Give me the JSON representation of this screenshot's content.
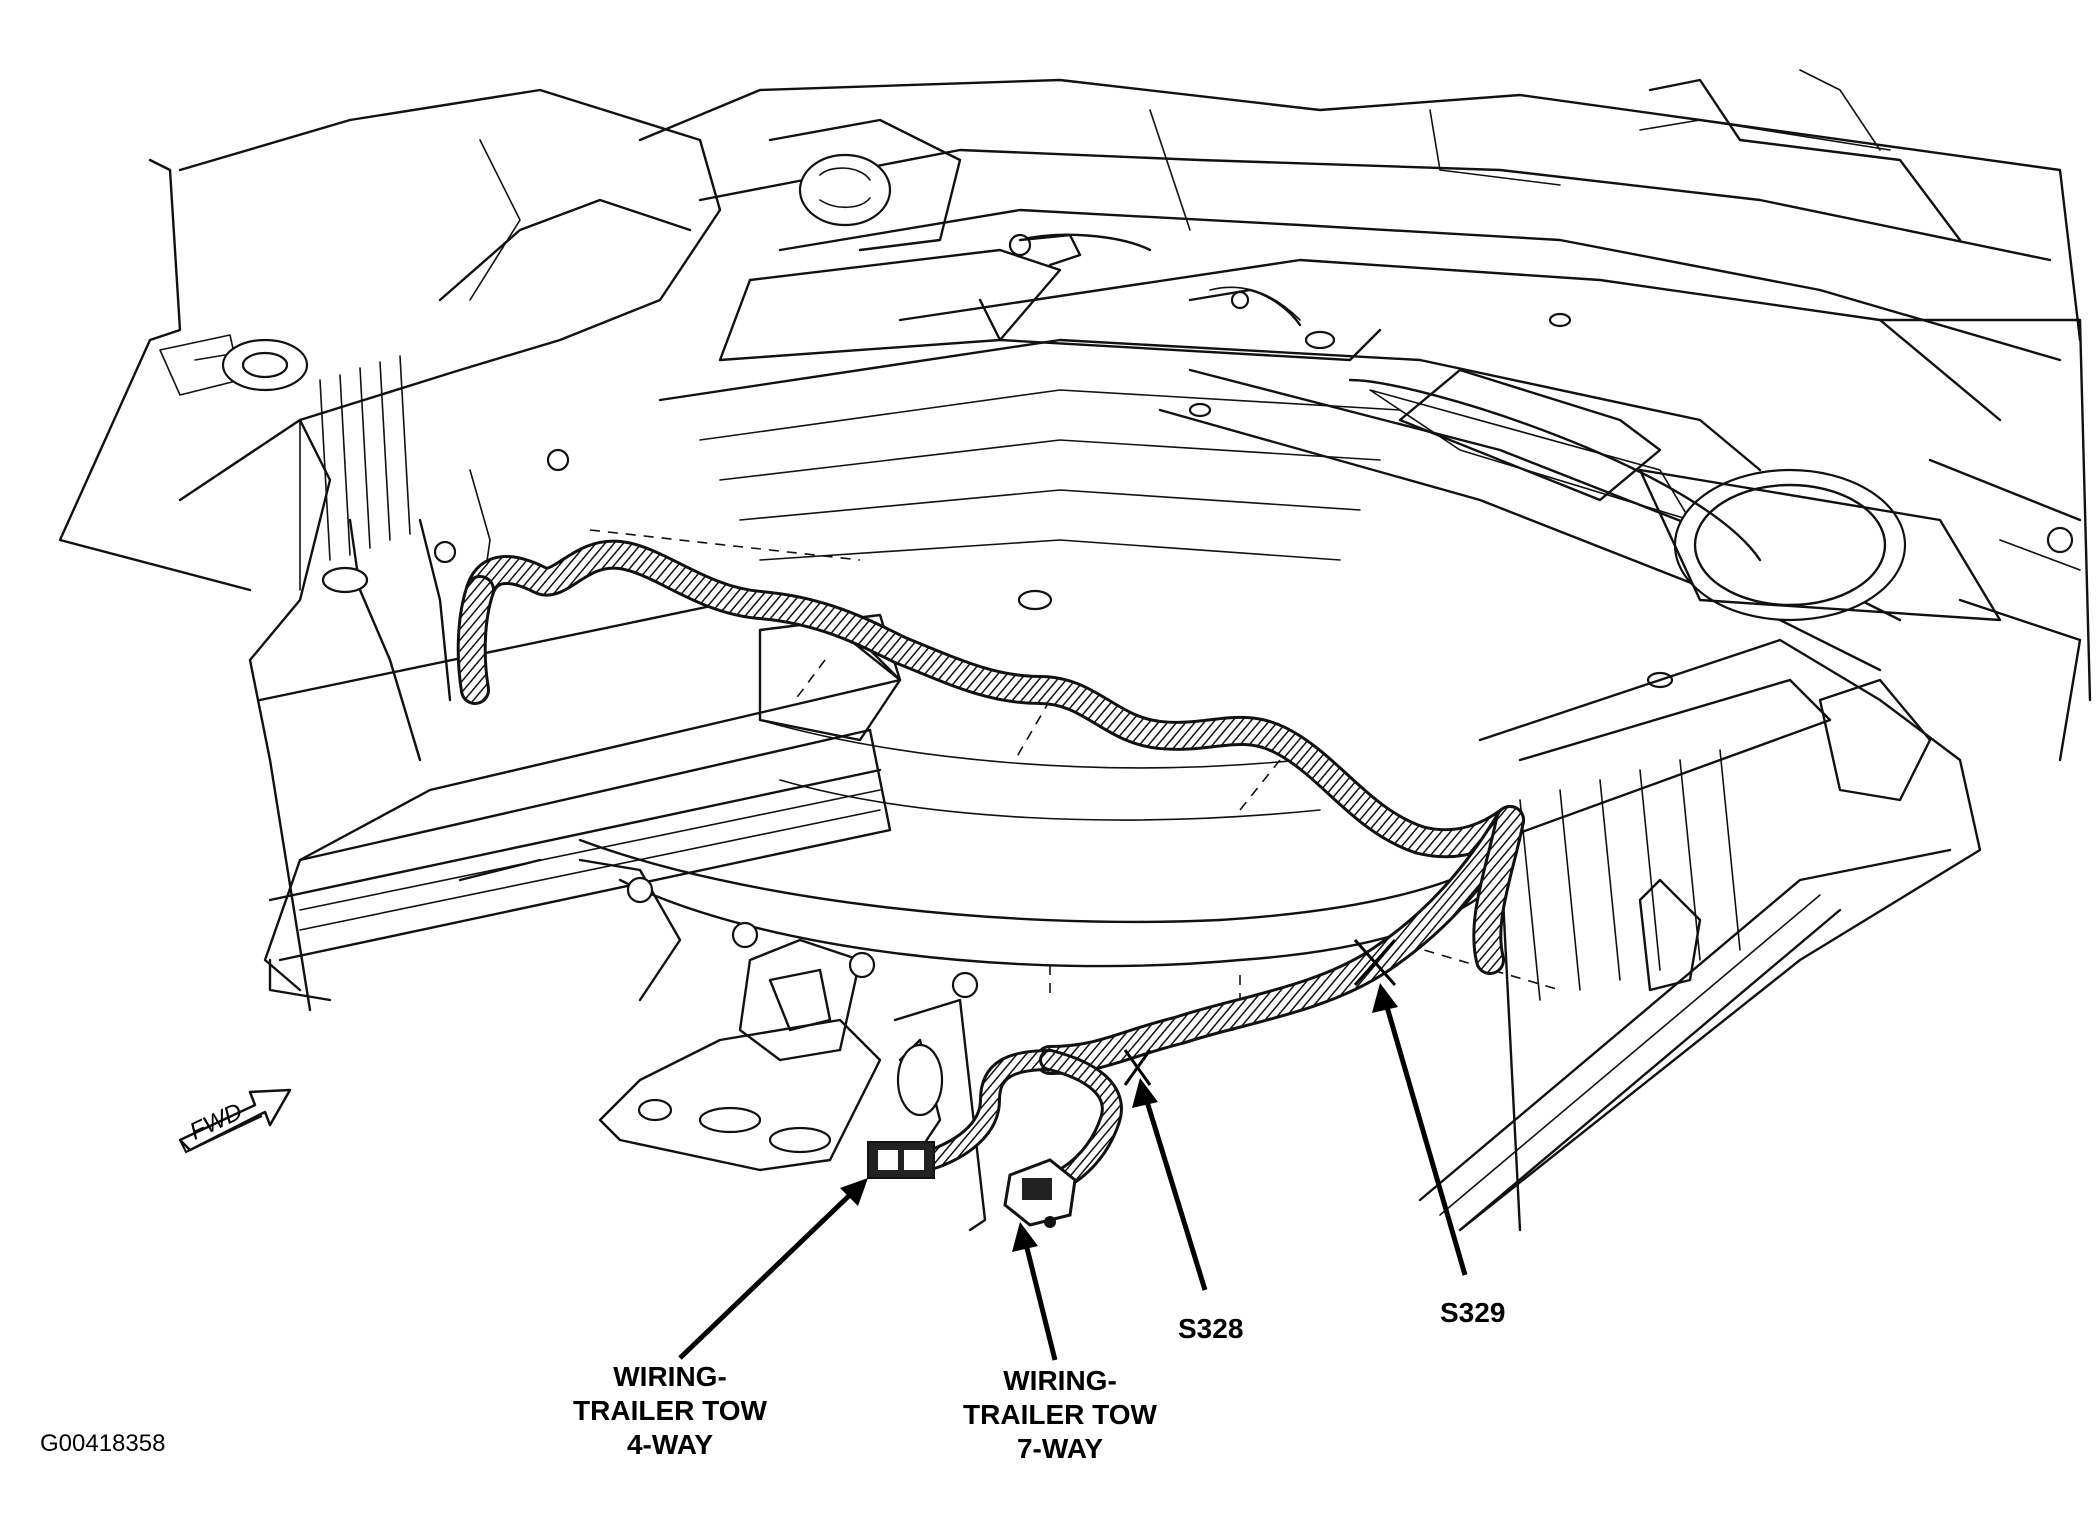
{
  "figure_id": "G00418358",
  "direction_arrow": {
    "label": "FWD",
    "icon": "forward-direction-arrow-icon"
  },
  "callouts": {
    "s328": {
      "label": "S328",
      "icon": "splice-x-mark-icon"
    },
    "s329": {
      "label": "S329",
      "icon": "splice-x-mark-icon"
    },
    "four_way": {
      "lines": [
        "WIRING-",
        "TRAILER TOW",
        "4-WAY"
      ],
      "icon": "connector-4-way-icon"
    },
    "seven_way": {
      "lines": [
        "WIRING-",
        "TRAILER TOW",
        "7-WAY"
      ],
      "icon": "connector-7-way-icon"
    }
  },
  "colors": {
    "line_art": "#111111",
    "background": "#ffffff"
  }
}
